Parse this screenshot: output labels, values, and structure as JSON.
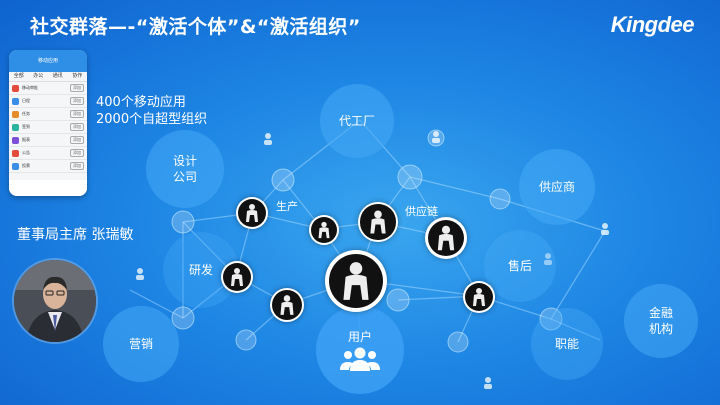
{
  "title": "社交群落—-“激活个体”&“激活组织”",
  "logo": "Kingdee",
  "stats": {
    "line1": "400个移动应用",
    "line2": "2000个自超型组织"
  },
  "person_label": "董事局主席  张瑞敏",
  "bubbles": {
    "design": "设计\n公司",
    "oem": "代工厂",
    "supplier": "供应商",
    "rnd": "研发",
    "marketing": "营销",
    "user": "用户",
    "after_sales": "售后",
    "function": "职能",
    "finance": "金融\n机构"
  },
  "labels": {
    "production": "生产",
    "supply_chain": "供应链"
  },
  "phone": {
    "header": "移动应用",
    "tabs": [
      "全部",
      "办公",
      "通讯",
      "协作"
    ],
    "rows": [
      {
        "name": "移动审批",
        "btn": "添加"
      },
      {
        "name": "日程",
        "btn": "添加"
      },
      {
        "name": "任务",
        "btn": "添加"
      },
      {
        "name": "签到",
        "btn": "添加"
      },
      {
        "name": "报表",
        "btn": "添加"
      },
      {
        "name": "公告",
        "btn": "添加"
      },
      {
        "name": "投票",
        "btn": "添加"
      }
    ],
    "row_colors": [
      "#e34b3d",
      "#3b8ee8",
      "#e48c2a",
      "#2bb3a0",
      "#7b4fd6",
      "#e34b3d",
      "#3b8ee8"
    ]
  }
}
